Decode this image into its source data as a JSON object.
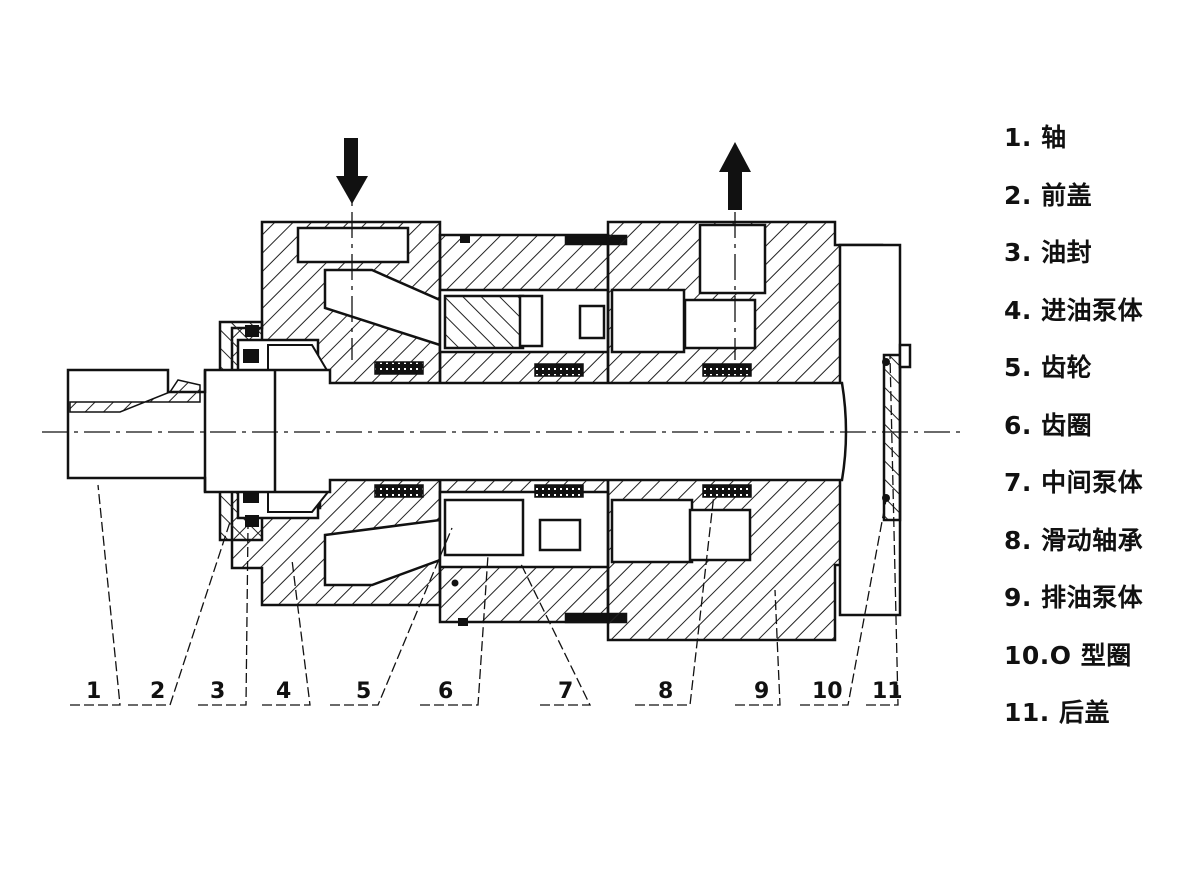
{
  "callouts": [
    "1",
    "2",
    "3",
    "4",
    "5",
    "6",
    "7",
    "8",
    "9",
    "10",
    "11"
  ],
  "legend": [
    "1. 轴",
    "2. 前盖",
    "3. 油封",
    "4. 进油泵体",
    "5. 齿轮",
    "6. 齿圈",
    "7. 中间泵体",
    "8. 滑动轴承",
    "9. 排油泵体",
    "10.O 型圈",
    "11. 后盖"
  ],
  "flow": {
    "inlet": "down-arrow",
    "outlet": "up-arrow"
  }
}
